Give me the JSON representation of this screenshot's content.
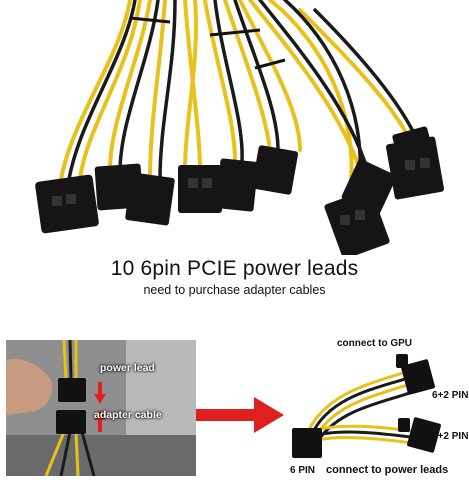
{
  "caption": {
    "main": "10 6pin PCIE power leads",
    "sub": "need to purchase adapter cables"
  },
  "photo_labels": {
    "power_lead": "power lead",
    "adapter_cable": "adapter cable"
  },
  "diagram_labels": {
    "connect_gpu": "connect to GPU",
    "six_plus_two_top": "6+2 PIN",
    "six_plus_two_bottom": "6+2 PIN",
    "six_pin": "6 PIN",
    "connect_psu": "connect to power leads"
  },
  "colors": {
    "wire_yellow": "#e8c21a",
    "wire_black": "#1a1a1a",
    "arrow_red": "#e0201e"
  }
}
